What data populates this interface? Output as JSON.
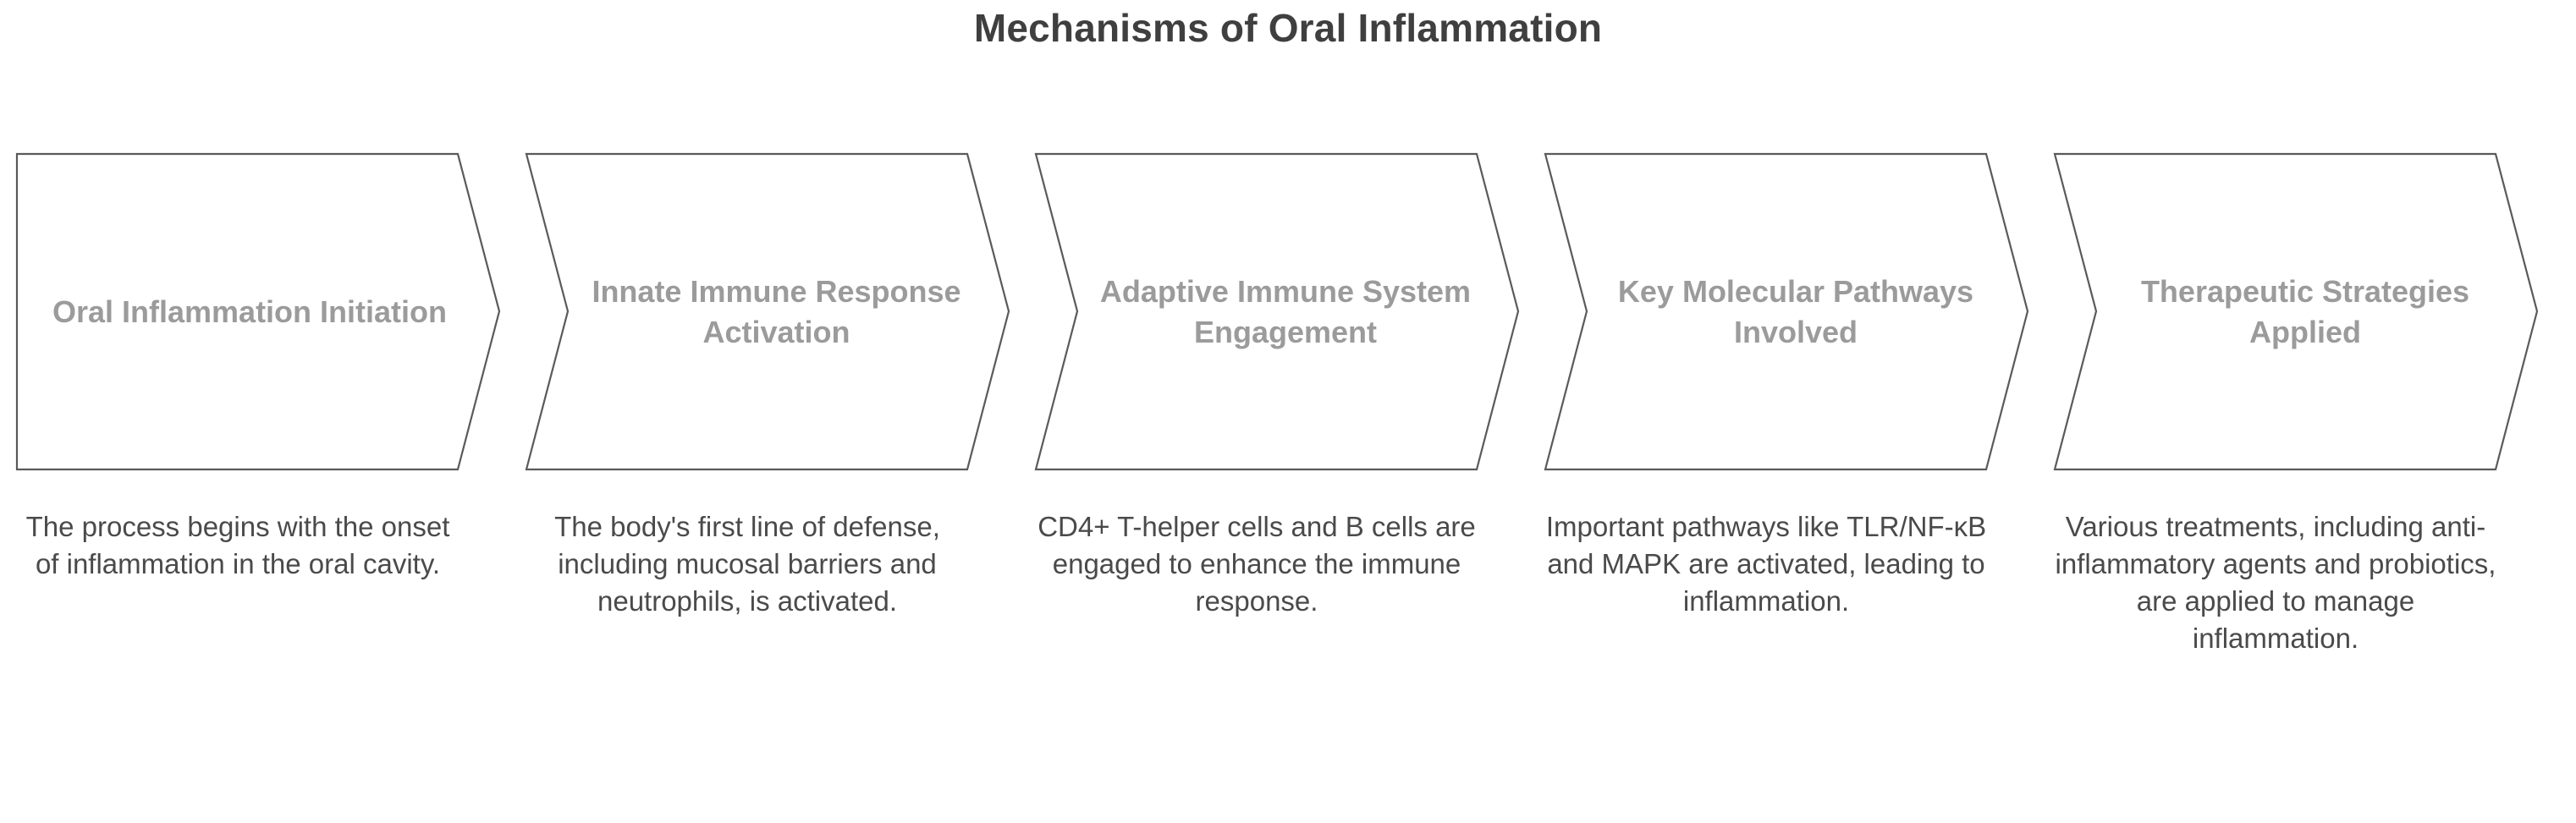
{
  "title": "Mechanisms of Oral Inflammation",
  "colors": {
    "title_text": "#3f3f3f",
    "stage_label_text": "#9b9b9b",
    "description_text": "#4a4a4a",
    "chevron_fill": "#ffffff",
    "chevron_border": "#5a5a5a",
    "background": "#ffffff"
  },
  "chart_data": {
    "type": "diagram",
    "diagram_type": "chevron-process-flow",
    "title": "Mechanisms of Oral Inflammation",
    "orientation": "horizontal-left-to-right",
    "stage_count": 5,
    "stages": [
      {
        "index": 1,
        "label": "Oral Inflammation Initiation",
        "description": "The process begins with the onset of inflammation in the oral cavity."
      },
      {
        "index": 2,
        "label": "Innate Immune Response Activation",
        "description": "The body's first line of defense, including mucosal barriers and neutrophils, is activated."
      },
      {
        "index": 3,
        "label": "Adaptive Immune System Engagement",
        "description": "CD4+ T-helper cells and B cells are engaged to enhance the immune response."
      },
      {
        "index": 4,
        "label": "Key Molecular Pathways Involved",
        "description": "Important pathways like TLR/NF-κB and MAPK are activated, leading to inflammation."
      },
      {
        "index": 5,
        "label": "Therapeutic Strategies Applied",
        "description": "Various treatments, including anti-inflammatory agents and probiotics, are applied to manage inflammation."
      }
    ]
  },
  "stages": [
    {
      "label": "Oral Inflammation Initiation",
      "description": "The process begins with the onset of inflammation in the oral cavity."
    },
    {
      "label": "Innate Immune Response Activation",
      "description": "The body's first line of defense, including mucosal barriers and neutrophils, is activated."
    },
    {
      "label": "Adaptive Immune System Engagement",
      "description": "CD4+ T-helper cells and B cells are engaged to enhance the immune response."
    },
    {
      "label": "Key Molecular Pathways Involved",
      "description": "Important pathways like TLR/NF-κB and MAPK are activated, leading to inflammation."
    },
    {
      "label": "Therapeutic Strategies Applied",
      "description": "Various treatments, including anti-inflammatory agents and probiotics, are applied to manage inflammation."
    }
  ]
}
